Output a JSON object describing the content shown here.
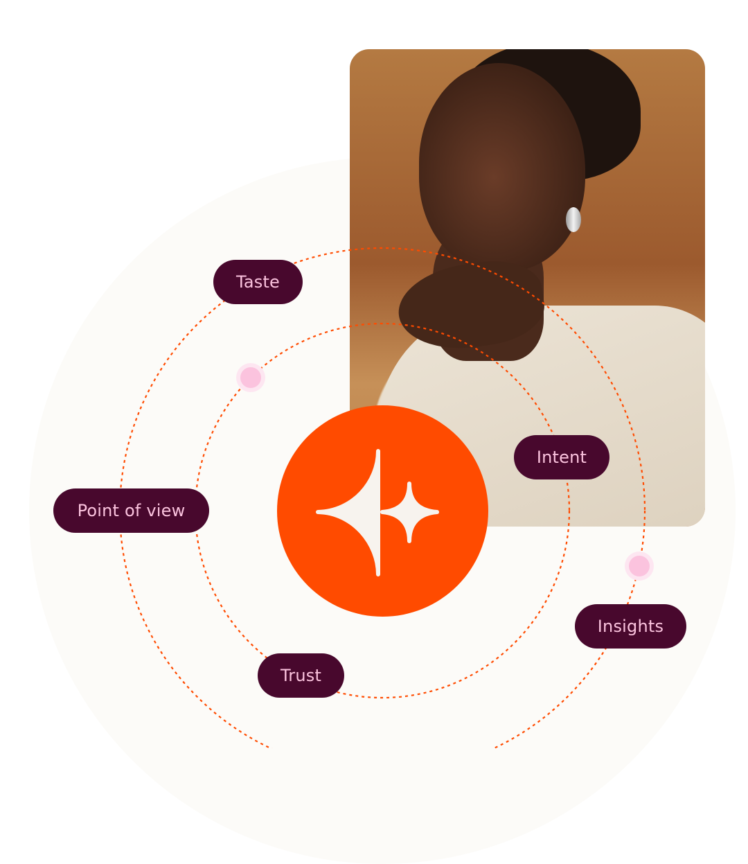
{
  "colors": {
    "accent": "#ff4b00",
    "pill_bg": "#48082d",
    "pill_text": "#fbc3de",
    "dot": "#fbc3de",
    "dot_halo": "#fde6f1",
    "ring": "#ff4b00",
    "star": "#f7f3ee"
  },
  "photo": {
    "subject": "woman-portrait-photo"
  },
  "center_icon": "sparkle-stars-icon",
  "labels": [
    {
      "id": "taste",
      "text": "Taste"
    },
    {
      "id": "intent",
      "text": "Intent"
    },
    {
      "id": "point-of-view",
      "text": "Point of view"
    },
    {
      "id": "insights",
      "text": "Insights"
    },
    {
      "id": "trust",
      "text": "Trust"
    }
  ]
}
